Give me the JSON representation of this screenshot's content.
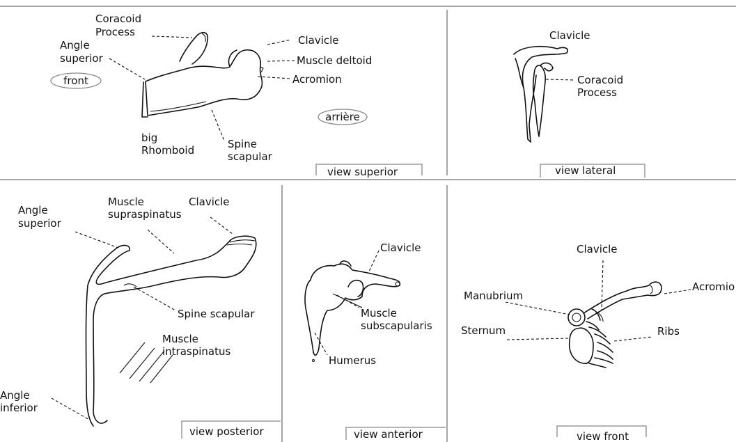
{
  "panels": {
    "superior": {
      "caption": "view superior",
      "labels": {
        "coracoid_1": "Coracoid",
        "coracoid_2": "Process",
        "angle_1": "Angle",
        "angle_2": "superior",
        "clavicle": "Clavicle",
        "deltoid": "Muscle deltoid",
        "acromion": "Acromion",
        "rhomboid_1": "big",
        "rhomboid_2": "Rhomboid",
        "spine_1": "Spine",
        "spine_2": "scapular"
      },
      "tag_front": "front",
      "tag_back": "arrière"
    },
    "lateral": {
      "caption": "view lateral",
      "labels": {
        "clavicle": "Clavicle",
        "coracoid_1": "Coracoid",
        "coracoid_2": "Process"
      }
    },
    "posterior": {
      "caption": "view posterior",
      "labels": {
        "angle_sup_1": "Angle",
        "angle_sup_2": "superior",
        "supra_1": "Muscle",
        "supra_2": "supraspinatus",
        "clavicle": "Clavicle",
        "spine": "Spine scapular",
        "infra_1": "Muscle",
        "infra_2": "intraspinatus",
        "angle_inf_1": "Angle",
        "angle_inf_2": "inferior"
      }
    },
    "anterior": {
      "caption": "view anterior",
      "labels": {
        "clavicle": "Clavicle",
        "subscap_1": "Muscle",
        "subscap_2": "subscapularis",
        "humerus": "Humerus"
      }
    },
    "front": {
      "caption": "view front",
      "labels": {
        "clavicle": "Clavicle",
        "manubrium": "Manubrium",
        "acromion": "Acromio",
        "sternum": "Sternum",
        "ribs": "Ribs"
      }
    }
  }
}
